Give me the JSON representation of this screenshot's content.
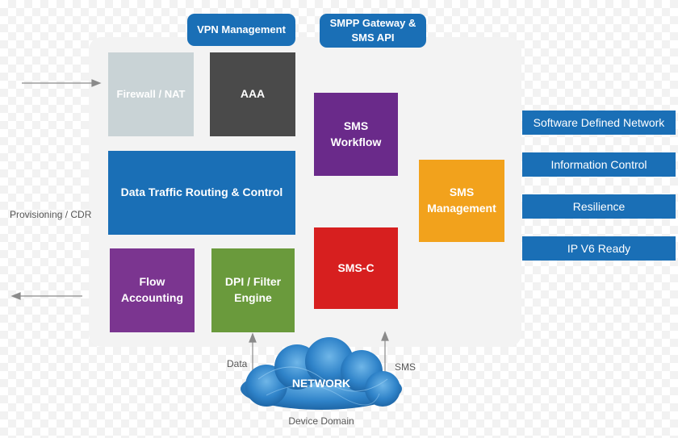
{
  "top_labels": {
    "vpn": "VPN Management",
    "smpp": "SMPP Gateway &\nSMS API"
  },
  "modules": {
    "firewall": "Firewall / NAT",
    "aaa": "AAA",
    "data_routing": "Data Traffic Routing & Control",
    "flow_accounting": "Flow\nAccounting",
    "dpi": "DPI / Filter\nEngine",
    "sms_workflow": "SMS\nWorkflow",
    "sms_c": "SMS-C",
    "sms_management": "SMS\nManagement"
  },
  "features": [
    "Software Defined Network",
    "Information Control",
    "Resilience",
    "IP V6 Ready"
  ],
  "side_labels": {
    "provisioning": "Provisioning / CDR"
  },
  "network": {
    "label": "NETWORK",
    "domain": "Device Domain",
    "data": "Data",
    "sms": "SMS"
  },
  "colors": {
    "blue": "#1a6fb6",
    "gray_light": "#c9d3d6",
    "gray_dark": "#4a4a4a",
    "purple": "#7b3590",
    "green": "#6a9a3c",
    "violet_dark": "#6a2a8a",
    "red": "#d71f1f",
    "orange": "#f2a21c"
  }
}
